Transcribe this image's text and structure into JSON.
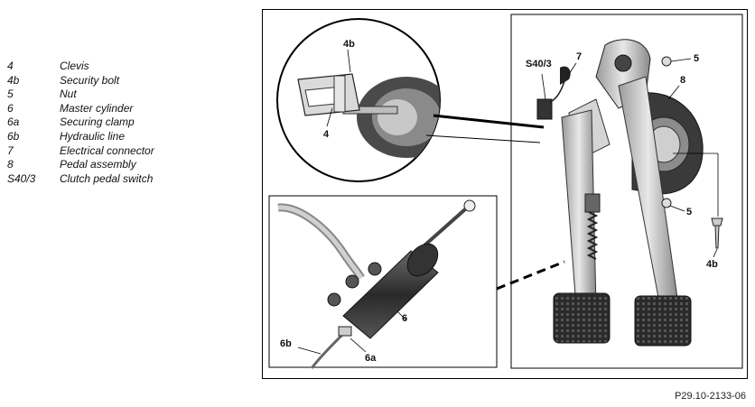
{
  "legend": [
    {
      "key": "4",
      "desc": "Clevis"
    },
    {
      "key": "4b",
      "desc": "Security bolt"
    },
    {
      "key": "5",
      "desc": "Nut"
    },
    {
      "key": "6",
      "desc": "Master cylinder"
    },
    {
      "key": "6a",
      "desc": "Securing clamp"
    },
    {
      "key": "6b",
      "desc": "Hydraulic line"
    },
    {
      "key": "7",
      "desc": "Electrical connector"
    },
    {
      "key": "8",
      "desc": "Pedal assembly"
    },
    {
      "key": "S40/3",
      "desc": "Clutch pedal switch"
    }
  ],
  "callouts": {
    "c4b_top": "4b",
    "c4_top": "4",
    "c7": "7",
    "cs403": "S40/3",
    "c5_top": "5",
    "c8": "8",
    "c5_bottom": "5",
    "c4b_right": "4b",
    "c6": "6",
    "c6b": "6b",
    "c6a": "6a"
  },
  "reference": "P29.10-2133-06"
}
